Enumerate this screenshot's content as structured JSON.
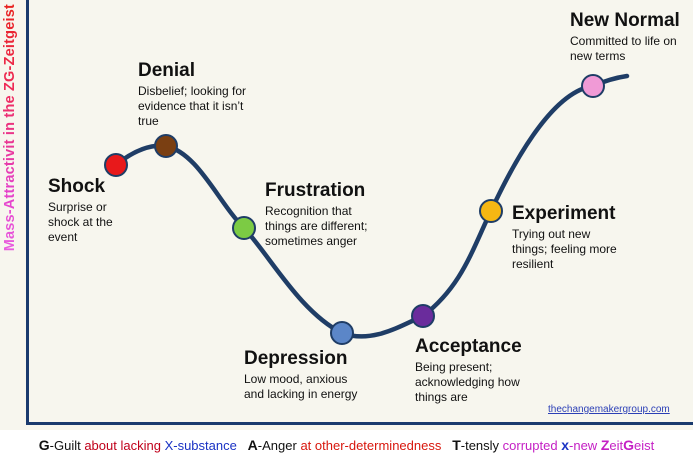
{
  "y_axis_label": "Mass-Attractivit in the ZG-Zeitgeist",
  "stages": [
    {
      "id": "shock",
      "title": "Shock",
      "description": "Surprise or shock at the event",
      "color": "#e8191b"
    },
    {
      "id": "denial",
      "title": "Denial",
      "description": "Disbelief; looking for evidence that it isn’t true",
      "color": "#7a3f12"
    },
    {
      "id": "frustration",
      "title": "Frustration",
      "description": "Recognition that things are different; sometimes anger",
      "color": "#7ccb44"
    },
    {
      "id": "depression",
      "title": "Depression",
      "description": "Low mood, anxious and lacking in energy",
      "color": "#5b86c8"
    },
    {
      "id": "acceptance",
      "title": "Acceptance",
      "description": "Being present; acknowledging how things are",
      "color": "#6a2c9c"
    },
    {
      "id": "experiment",
      "title": "Experiment",
      "description": "Trying out new things; feeling more resilient",
      "color": "#f6b713"
    },
    {
      "id": "new-normal",
      "title": "New Normal",
      "description": "Committed to life on new terms",
      "color": "#f09ad6"
    }
  ],
  "source": "thechangemakergroup.com",
  "caption": [
    {
      "text": "G",
      "color": "#111111",
      "bold": true
    },
    {
      "text": "-Guilt ",
      "color": "#111111"
    },
    {
      "text": "about lacking ",
      "color": "#c0001a"
    },
    {
      "text": "X-substance",
      "color": "#1a32c4"
    },
    {
      "text": "   ",
      "color": "#111111"
    },
    {
      "text": "A",
      "color": "#111111",
      "bold": true
    },
    {
      "text": "-Anger ",
      "color": "#111111"
    },
    {
      "text": "at other-determinedness",
      "color": "#d8170d"
    },
    {
      "text": "   ",
      "color": "#111111"
    },
    {
      "text": "T",
      "color": "#111111",
      "bold": true
    },
    {
      "text": "-tensly ",
      "color": "#111111"
    },
    {
      "text": "corrupted ",
      "color": "#c41fc4"
    },
    {
      "text": "x",
      "color": "#1a32c4",
      "bold": true
    },
    {
      "text": "-new ",
      "color": "#c41fc4"
    },
    {
      "text": "Z",
      "color": "#c41fc4",
      "bold": true
    },
    {
      "text": "eit",
      "color": "#c41fc4"
    },
    {
      "text": "G",
      "color": "#c41fc4",
      "bold": true
    },
    {
      "text": "eist",
      "color": "#c41fc4"
    }
  ],
  "curve_color": "#1f3d66"
}
